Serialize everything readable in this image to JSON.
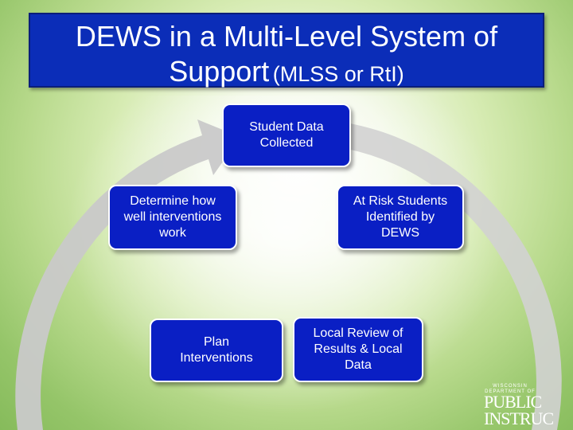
{
  "title": {
    "line1": "DEWS in a  Multi-Level System of",
    "line2_main": "Support",
    "line2_paren": "(MLSS or RtI)"
  },
  "cycle": {
    "steps": [
      {
        "id": "student-data-collected",
        "label": "Student Data\nCollected"
      },
      {
        "id": "at-risk-students-identified",
        "label": "At Risk Students\nIdentified by\nDEWS"
      },
      {
        "id": "local-review",
        "label": "Local Review of\nResults & Local\nData"
      },
      {
        "id": "plan-interventions",
        "label": "Plan\nInterventions"
      },
      {
        "id": "determine-interventions-work",
        "label": "Determine how\nwell interventions\nwork"
      }
    ]
  },
  "logo": {
    "small_text": "WISCONSIN DEPARTMENT OF",
    "big_line1": "PUBLIC",
    "big_line2": "INSTRUC"
  },
  "colors": {
    "title_bg": "#0b2db8",
    "box_bg": "#0a1fc4",
    "arrow": "#c8c8c8",
    "background": "#b7d98b"
  }
}
